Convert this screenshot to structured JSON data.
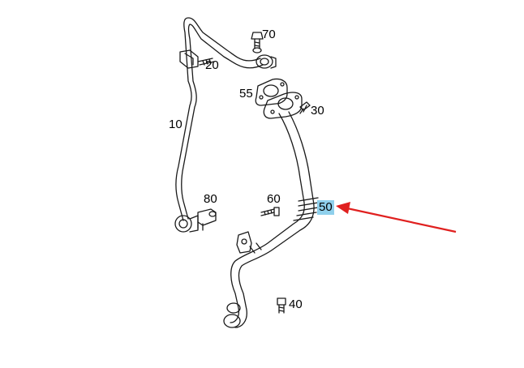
{
  "diagram": {
    "callouts": {
      "p70": "70",
      "p20": "20",
      "p55": "55",
      "p30": "30",
      "p10": "10",
      "p80": "80",
      "p60": "60",
      "p50": "50",
      "p40": "40"
    },
    "highlight_color": "#8fd0ec",
    "arrow_color": "#e0201f"
  }
}
